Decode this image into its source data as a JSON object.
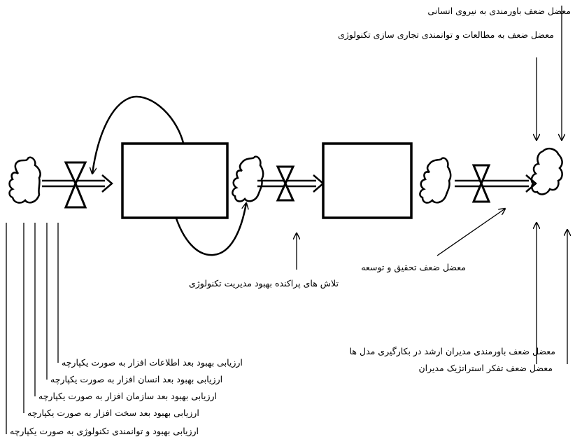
{
  "labels": {
    "top_1": "معضل ضعف باورمندی به نیروی انسانی",
    "top_2": "معضل ضعف به مطالعات و توانمندی تجاری سازی تکنولوژی",
    "center": "تلاش های پراکنده بهبود مدیریت تکنولوژی",
    "rnd": "معضل ضعف تحقیق و توسعه",
    "right_1": "معضل ضعف باورمندی مدیران ارشد در بکارگیری مدل ها",
    "right_2": "معضل ضعف تفکر استراتژیک مدیران",
    "left_1": "ارزیابی بهبود بعد اطلاعات افزار به صورت یکپارچه",
    "left_2": "ارزیابی بهبود بعد انسان افزار به صورت یکپارچه",
    "left_3": "ارزیابی بهبود بعد سازمان افزار به صورت یکپارچه",
    "left_4": "ارزیابی بهبود بعد سخت افزار به صورت یکپارچه",
    "left_5": "ارزیابی بهبود و توانمندی تکنولوژی به صورت یکپارچه"
  },
  "colors": {
    "stroke": "#000000",
    "background": "#ffffff"
  },
  "icons": [
    "cloud-source-icon",
    "valve-icon",
    "stock-box",
    "cloud-sink-icon"
  ]
}
